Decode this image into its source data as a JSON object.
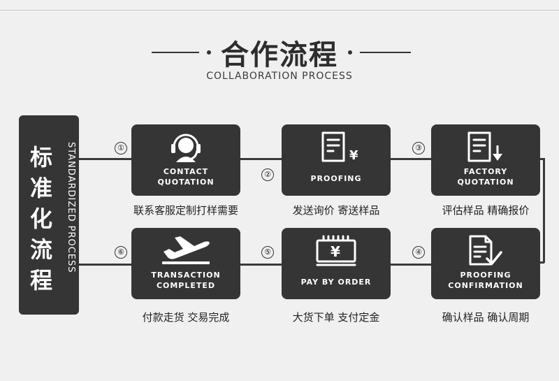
{
  "header": {
    "title": "合作流程",
    "subtitle": "COLLABORATION PROCESS"
  },
  "side_panel": {
    "chars": [
      "标",
      "准",
      "化",
      "流",
      "程"
    ],
    "vertical_text": "STANDARDIZED PROCESS"
  },
  "steps": [
    {
      "number": "①",
      "label_line1": "CONTACT",
      "label_line2": "QUOTATION",
      "caption": "联系客服定制打样需要",
      "icon": "headset-icon"
    },
    {
      "number": "②",
      "label_line1": "PROOFING",
      "label_line2": "",
      "caption": "发送询价  寄送样品",
      "icon": "document-yen-icon"
    },
    {
      "number": "③",
      "label_line1": "FACTORY",
      "label_line2": "QUOTATION",
      "caption": "评估样品  精确报价",
      "icon": "document-download-icon"
    },
    {
      "number": "④",
      "label_line1": "PROOFING",
      "label_line2": "CONFIRMATION",
      "caption": "确认样品  确认周期",
      "icon": "document-check-icon"
    },
    {
      "number": "⑤",
      "label_line1": "PAY BY ORDER",
      "label_line2": "",
      "caption": "大货下单  支付定金",
      "icon": "payment-yen-icon"
    },
    {
      "number": "⑥",
      "label_line1": "TRANSACTION",
      "label_line2": "COMPLETED",
      "caption": "付款走货  交易完成",
      "icon": "airplane-icon"
    }
  ],
  "colors": {
    "box": "#353535",
    "background": "#f0f0f0",
    "text": "#2b2b2b"
  }
}
